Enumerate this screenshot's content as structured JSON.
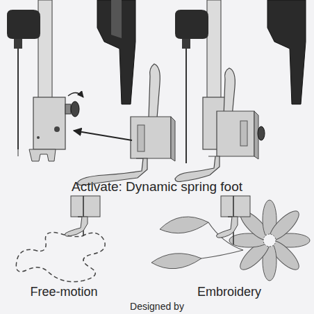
{
  "diagram": {
    "labels": [
      "Activate: Dynamic spring foot",
      "Free-motion",
      "Embroidery",
      "Designed by"
    ]
  }
}
